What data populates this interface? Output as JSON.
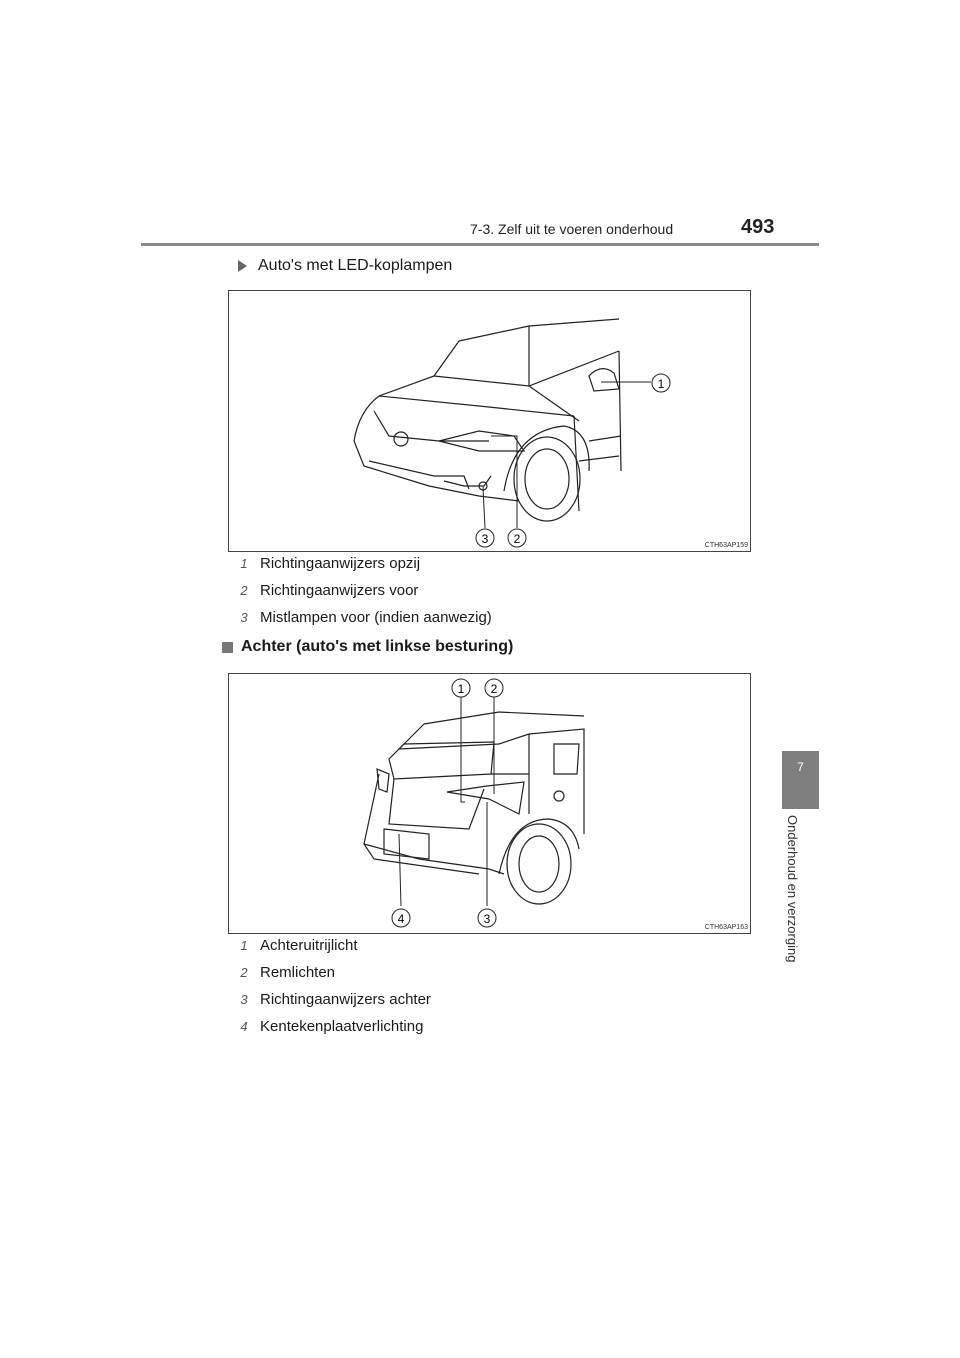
{
  "header": {
    "section": "7-3. Zelf uit te voeren onderhoud",
    "page_number": "493"
  },
  "side_tab": {
    "chapter_number": "7",
    "chapter_title": "Onderhoud en verzorging"
  },
  "subheading": "Auto's met LED-koplampen",
  "figure1": {
    "code": "CTH63AP159",
    "callouts": [
      "1",
      "2",
      "3"
    ],
    "legend": [
      {
        "num": "1",
        "text": "Richtingaanwijzers opzij"
      },
      {
        "num": "2",
        "text": "Richtingaanwijzers voor"
      },
      {
        "num": "3",
        "text": "Mistlampen voor (indien aanwezig)"
      }
    ]
  },
  "section_heading": "Achter (auto's met linkse besturing)",
  "figure2": {
    "code": "CTH63AP163",
    "callouts": [
      "1",
      "2",
      "3",
      "4"
    ],
    "legend": [
      {
        "num": "1",
        "text": "Achteruitrijlicht"
      },
      {
        "num": "2",
        "text": "Remlichten"
      },
      {
        "num": "3",
        "text": "Richtingaanwijzers achter"
      },
      {
        "num": "4",
        "text": "Kentekenplaatverlichting"
      }
    ]
  }
}
